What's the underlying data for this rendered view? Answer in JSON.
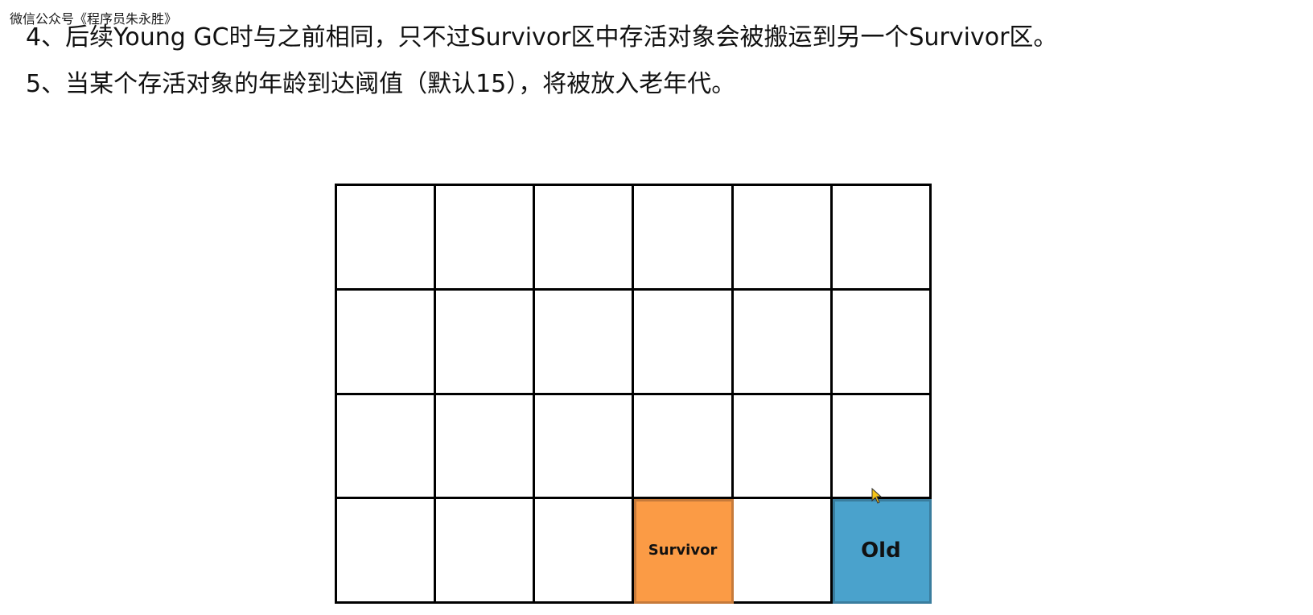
{
  "watermark": "微信公众号《程序员朱永胜》",
  "lines": [
    "4、后续Young GC时与之前相同，只不过Survivor区中存活对象会被搬运到另一个Survivor区。",
    "5、当某个存活对象的年龄到达阈值（默认15），将被放入老年代。"
  ],
  "grid": {
    "rows": 4,
    "columns": 6,
    "labels": {
      "survivor": "Survivor",
      "old": "Old"
    },
    "colors": {
      "survivor": "#fb9b45",
      "old": "#4aa2cc",
      "border": "#000000"
    }
  },
  "cursor_icon": "pointer-cursor-icon"
}
